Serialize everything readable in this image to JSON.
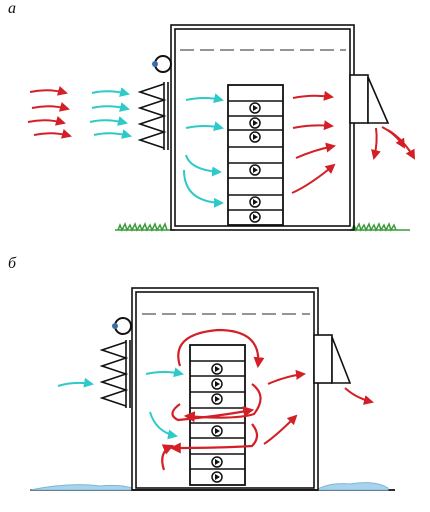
{
  "panels": [
    {
      "label": "а"
    },
    {
      "label": "б"
    }
  ],
  "colors": {
    "warm_air": "#d32027",
    "cool_air": "#2ec9c9",
    "outline": "#111111",
    "grass": "#3a9b3a",
    "water": "#a9d3ec",
    "fan": "#3b6ea5"
  },
  "icons": {
    "fan": "axial-fan-icon",
    "sensor": "round-sensor-icon",
    "louver_in": "intake-louver",
    "louver_out": "exhaust-hood"
  }
}
